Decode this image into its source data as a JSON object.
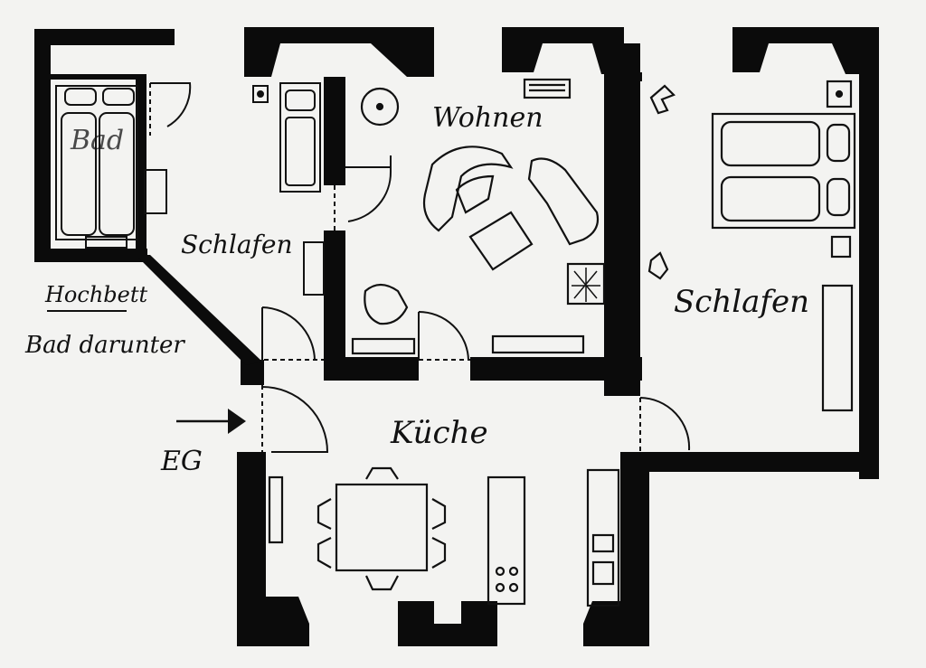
{
  "labels": {
    "wohnen": "Wohnen",
    "schlafen_small": "Schlafen",
    "schlafen_large": "Schlafen",
    "kueche": "Küche",
    "bad": "Bad",
    "hochbett": "Hochbett",
    "bad_darunter": "Bad darunter",
    "eg": "EG"
  },
  "colors": {
    "paper": "#f3f3f1",
    "wall": "#0b0b0b",
    "ink": "#111111"
  }
}
